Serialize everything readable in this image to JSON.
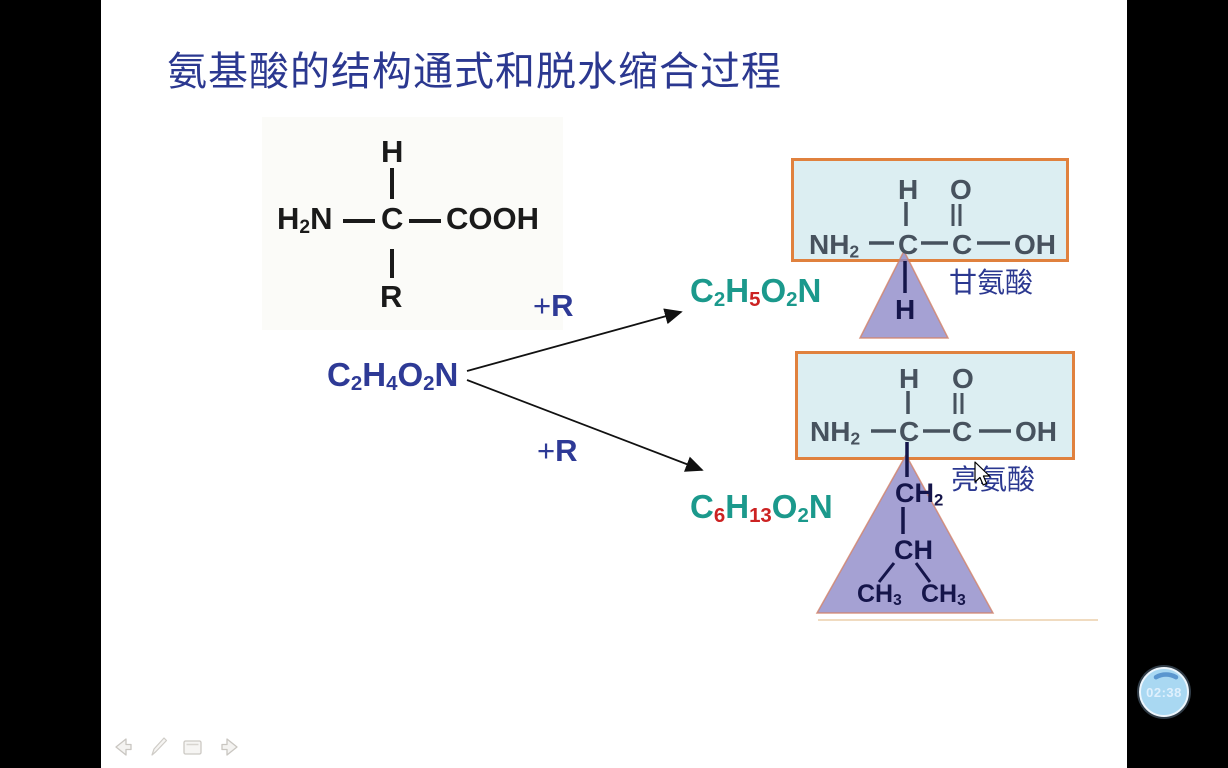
{
  "colors": {
    "title_navy": "#2b3890",
    "formula_navy": "#2e3a96",
    "formula_teal": "#1b998c",
    "subscript_red": "#cc2222",
    "box_fill": "#dceef2",
    "box_border": "#e0813e",
    "triangle_purple": "#8e8ac8",
    "structure_gray": "#47525e",
    "dark_navy": "#15154a",
    "timer_blue": "#a9d8f2"
  },
  "slide": {
    "title": "氨基酸的结构通式和脱水缩合过程",
    "general_structure": {
      "h_top": "H",
      "amino_h": "H",
      "amino_sub": "2",
      "amino_n": "N",
      "alpha_c": "C",
      "carboxyl": "COOH",
      "r_group": "R"
    },
    "general_formula": {
      "c": "C",
      "c_sub": "2",
      "h": "H",
      "h_sub": "4",
      "o": "O",
      "o_sub": "2",
      "n": "N"
    },
    "plus_r_top": {
      "plus": "+",
      "r": "R"
    },
    "plus_r_bottom": {
      "plus": "+",
      "r": "R"
    },
    "glycine": {
      "formula": {
        "c": "C",
        "c_sub": "2",
        "h": "H",
        "h_sub": "5",
        "o": "O",
        "o_sub": "2",
        "n": "N"
      },
      "name": "甘氨酸",
      "structure": {
        "h": "H",
        "o": "O",
        "nh": "NH",
        "nh_sub": "2",
        "c1": "C",
        "c2": "C",
        "oh": "OH",
        "side_h": "H"
      }
    },
    "leucine": {
      "formula": {
        "c": "C",
        "c_sub": "6",
        "h": "H",
        "h_sub": "13",
        "o": "O",
        "o_sub": "2",
        "n": "N"
      },
      "name": "亮氨酸",
      "structure": {
        "h": "H",
        "o": "O",
        "nh": "NH",
        "nh_sub": "2",
        "c1": "C",
        "c2": "C",
        "oh": "OH",
        "ch2": "CH",
        "ch2_sub": "2",
        "ch": "CH",
        "ch3_left": "CH",
        "ch3_left_sub": "3",
        "ch3_right": "CH",
        "ch3_right_sub": "3"
      }
    }
  },
  "recorder": {
    "timer": "02:38"
  },
  "nav": {
    "items": [
      "previous-slide",
      "pen-tool",
      "slide-menu",
      "next-slide"
    ]
  }
}
